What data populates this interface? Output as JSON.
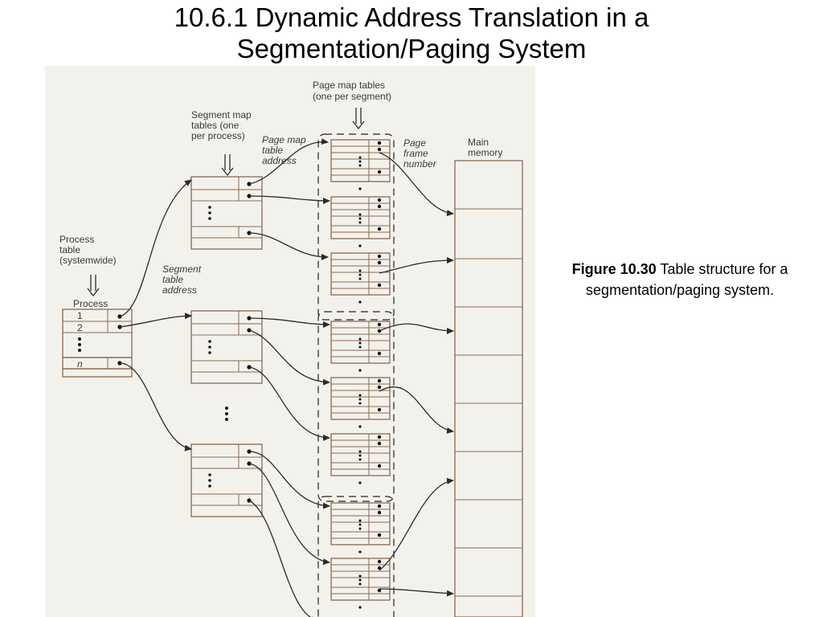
{
  "slide": {
    "title_line1": "10.6.1 Dynamic Address Translation in a",
    "title_line2": "Segmentation/Paging System"
  },
  "caption": {
    "label": "Figure 10.30",
    "text": " Table structure for a segmentation/paging system."
  },
  "diagram": {
    "page_map_tables_label": [
      "Page map tables",
      "(one per segment)"
    ],
    "segment_map_tables_label": [
      "Segment map",
      "tables (one",
      "per process)"
    ],
    "page_map_table_address_label": [
      "Page map",
      "table",
      "address"
    ],
    "page_frame_number_label": [
      "Page",
      "frame",
      "number"
    ],
    "main_memory_label": [
      "Main",
      "memory"
    ],
    "process_table_label": [
      "Process",
      "table",
      "(systemwide)"
    ],
    "segment_table_address_label": [
      "Segment",
      "table",
      "address"
    ],
    "process_header": "Process",
    "process_rows": [
      "1",
      "2",
      "n"
    ],
    "line_color": "#8a6a4f",
    "background_color": "#f3f1ec"
  }
}
